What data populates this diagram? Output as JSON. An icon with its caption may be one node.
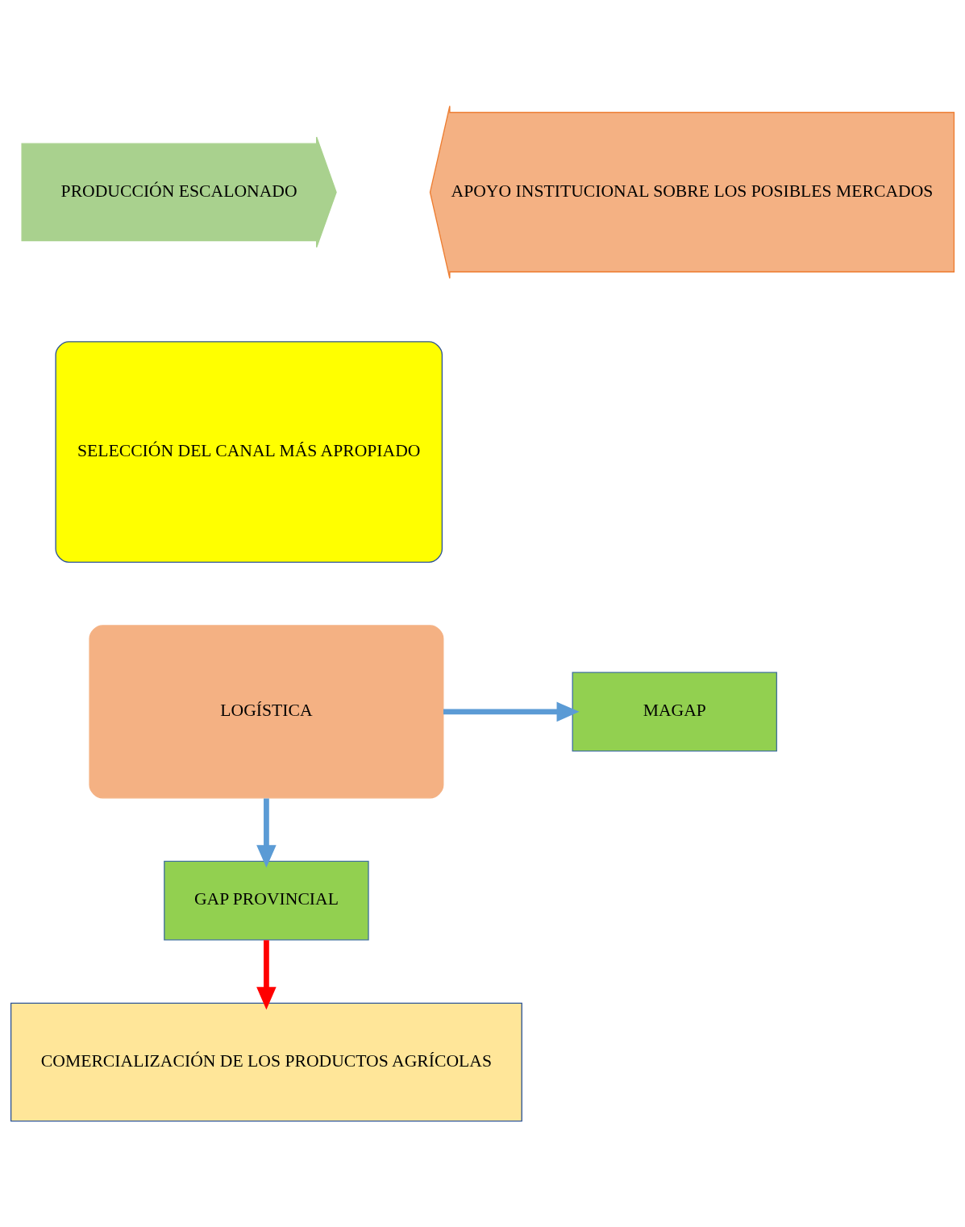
{
  "diagram": {
    "nodes": [
      {
        "text": [
          "PRODUCCIÓN ESCALONADO"
        ]
      },
      {
        "text": [
          "APOYO INSTITUCIONAL SOBRE LOS POSIBLES MERCADOS"
        ]
      },
      {
        "text": [
          "SELECCIÓN DEL CANAL MÁS APROPIADO"
        ]
      },
      {
        "text": [
          "LOGÍSTICA"
        ]
      },
      {
        "text": [
          "MAGAP"
        ]
      },
      {
        "text": [
          "GAP PROVINCIAL"
        ]
      },
      {
        "text": [
          "COMERCIALIZACIÓN DE LOS PRODUCTOS AGRÍCOLAS"
        ]
      }
    ],
    "edges": [
      {
        "from": 3,
        "to": 4,
        "arrow": "to"
      },
      {
        "from": 3,
        "to": 5,
        "arrow": "to"
      },
      {
        "from": 5,
        "to": 6,
        "arrow": "to",
        "color": "#ff0000"
      }
    ]
  }
}
